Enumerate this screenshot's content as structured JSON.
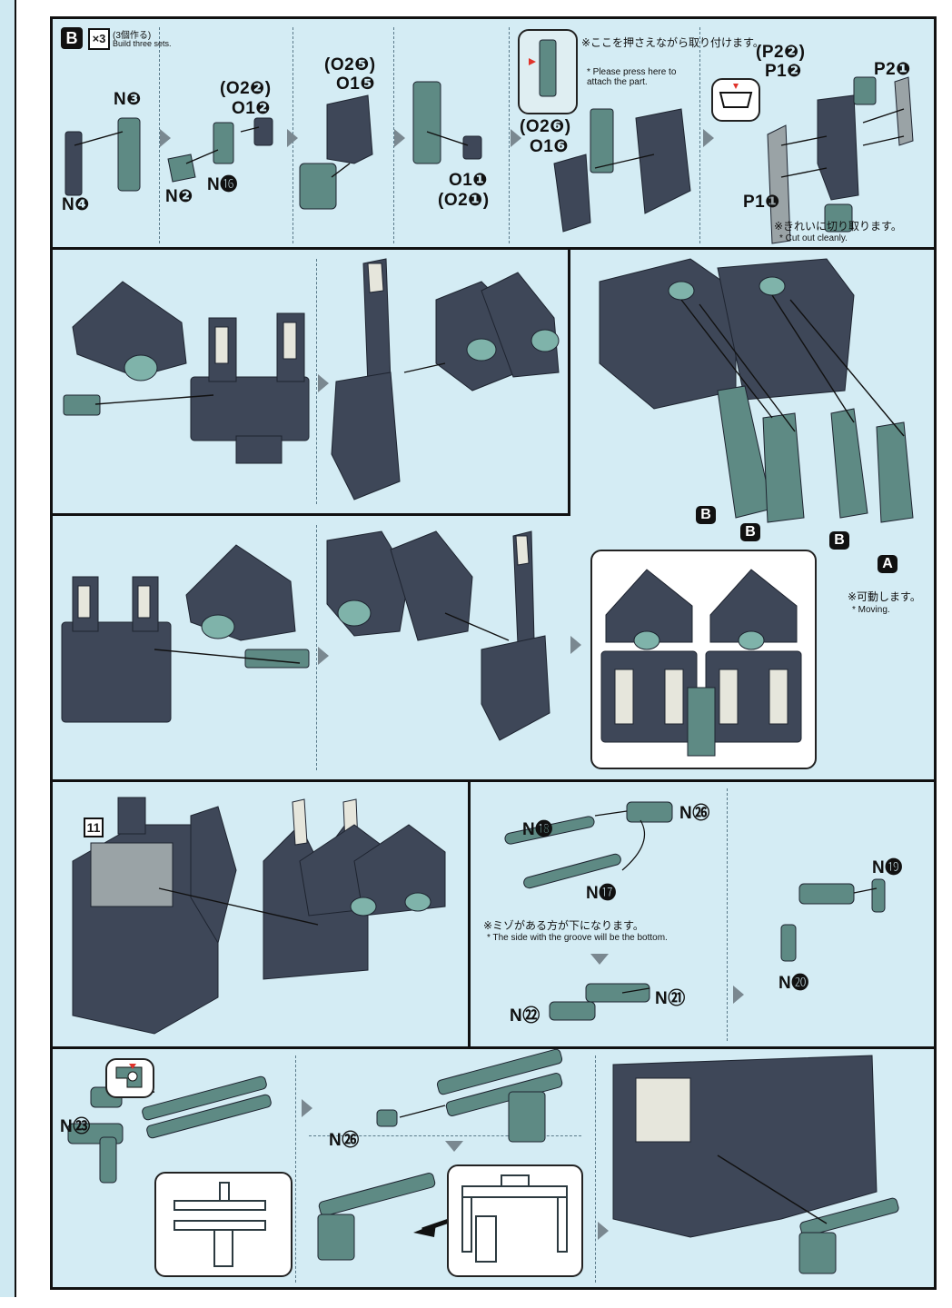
{
  "header": {
    "step_letter": "B",
    "multiplier": "×3",
    "note_jp": "(3個作る)",
    "note_en": "Build three sets."
  },
  "row1": {
    "n3": "N❸",
    "n4": "N❹",
    "o22": "(O2❷)",
    "o12": "O1❷",
    "n2": "N❷",
    "n16": "N⓰",
    "o25": "(O2❺)",
    "o15": "O1❺",
    "o11": "O1❶",
    "o21": "(O2❶)",
    "press_note_jp": "※ここを押さえながら取り付けます。",
    "press_note_en": "* Please press here to attach the part.",
    "o26": "(O2❻)",
    "o16": "O1❻",
    "p22": "(P2❷)",
    "p12": "P1❷",
    "p21": "P2❶",
    "p11": "P1❶",
    "cut_note_jp": "※きれいに切り取ります。",
    "cut_note_en": "* Cut out cleanly."
  },
  "row3": {
    "b1": "B",
    "b2": "B",
    "b3": "B",
    "a": "A",
    "moving_jp": "※可動します。",
    "moving_en": "* Moving."
  },
  "row4": {
    "ref_step": "11",
    "n18": "N⓲",
    "n26": "N㉖",
    "n17": "N⓱",
    "groove_jp": "※ミゾがある方が下になります。",
    "groove_en": "* The side with the groove will be the bottom.",
    "n22": "N㉒",
    "n21": "N㉑",
    "n19": "N⓳",
    "n20": "N⓴"
  },
  "row5": {
    "n23": "N㉓",
    "n26": "N㉖"
  },
  "colors": {
    "panel": "#d4ecf4",
    "part_dark": "#3e4758",
    "part_teal": "#5e8a84",
    "border": "#111111"
  }
}
